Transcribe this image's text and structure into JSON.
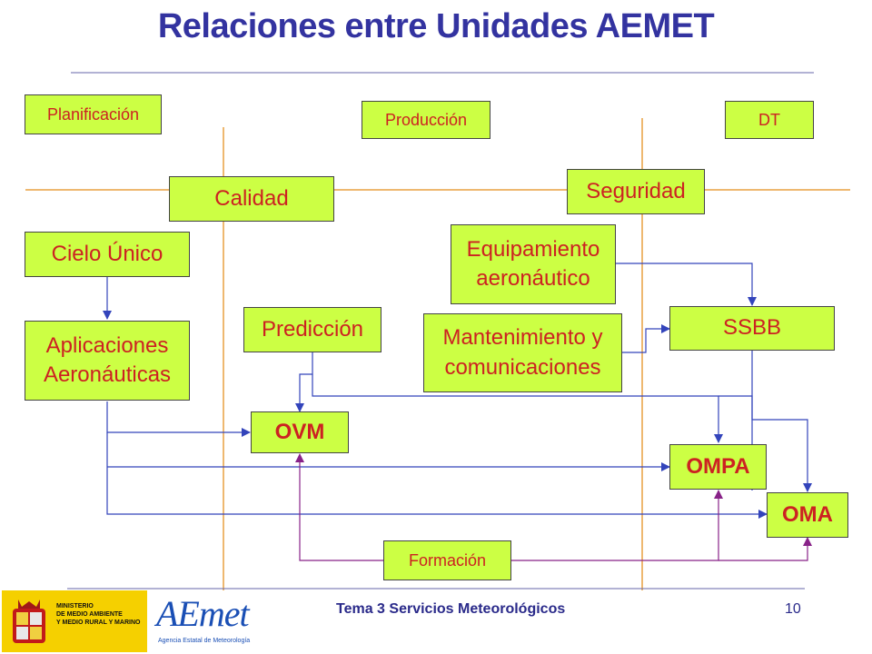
{
  "title": "Relaciones entre Unidades AEMET",
  "columns": {
    "planificacion": "Planificación",
    "produccion": "Producción",
    "dt": "DT"
  },
  "boxes": {
    "calidad": "Calidad",
    "seguridad": "Seguridad",
    "cielo_unico": "Cielo Único",
    "equipamiento_1": "Equipamiento",
    "equipamiento_2": "aeronáutico",
    "aplicaciones_1": "Aplicaciones",
    "aplicaciones_2": "Aeronáuticas",
    "prediccion": "Predicción",
    "mantenimiento_1": "Mantenimiento y",
    "mantenimiento_2": "comunicaciones",
    "ssbb": "SSBB",
    "ovm": "OVM",
    "ompa": "OMPA",
    "oma": "OMA",
    "formacion": "Formación"
  },
  "footer": {
    "title": "Tema 3 Servicios Meteorológicos",
    "page": "10",
    "ministry_1": "MINISTERIO",
    "ministry_2": "DE MEDIO AMBIENTE",
    "ministry_3": "Y MEDIO RURAL Y MARINO",
    "logo_word": "AEmet",
    "logo_sub": "Agencia Estatal de Meteorología"
  },
  "colors": {
    "box_fill": "#ccff44",
    "box_text": "#cc2222",
    "title": "#3333a0",
    "arrow_blue": "#3344bb",
    "arrow_purple": "#882288",
    "guide_orange": "#e8a040"
  }
}
